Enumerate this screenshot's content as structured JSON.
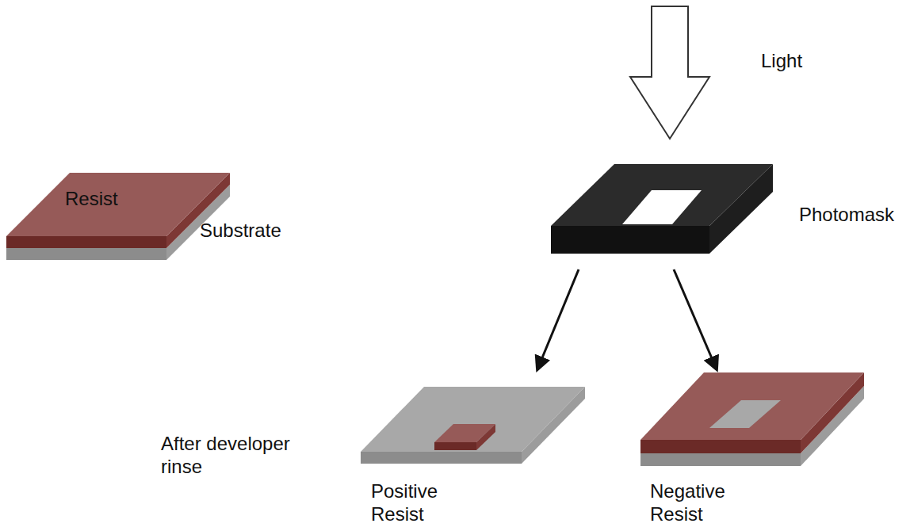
{
  "diagram": {
    "labels": [
      "Light",
      "Resist",
      "Substrate",
      "Photomask",
      "After developer rinse",
      "Positive Resist",
      "Negative Resist"
    ]
  }
}
